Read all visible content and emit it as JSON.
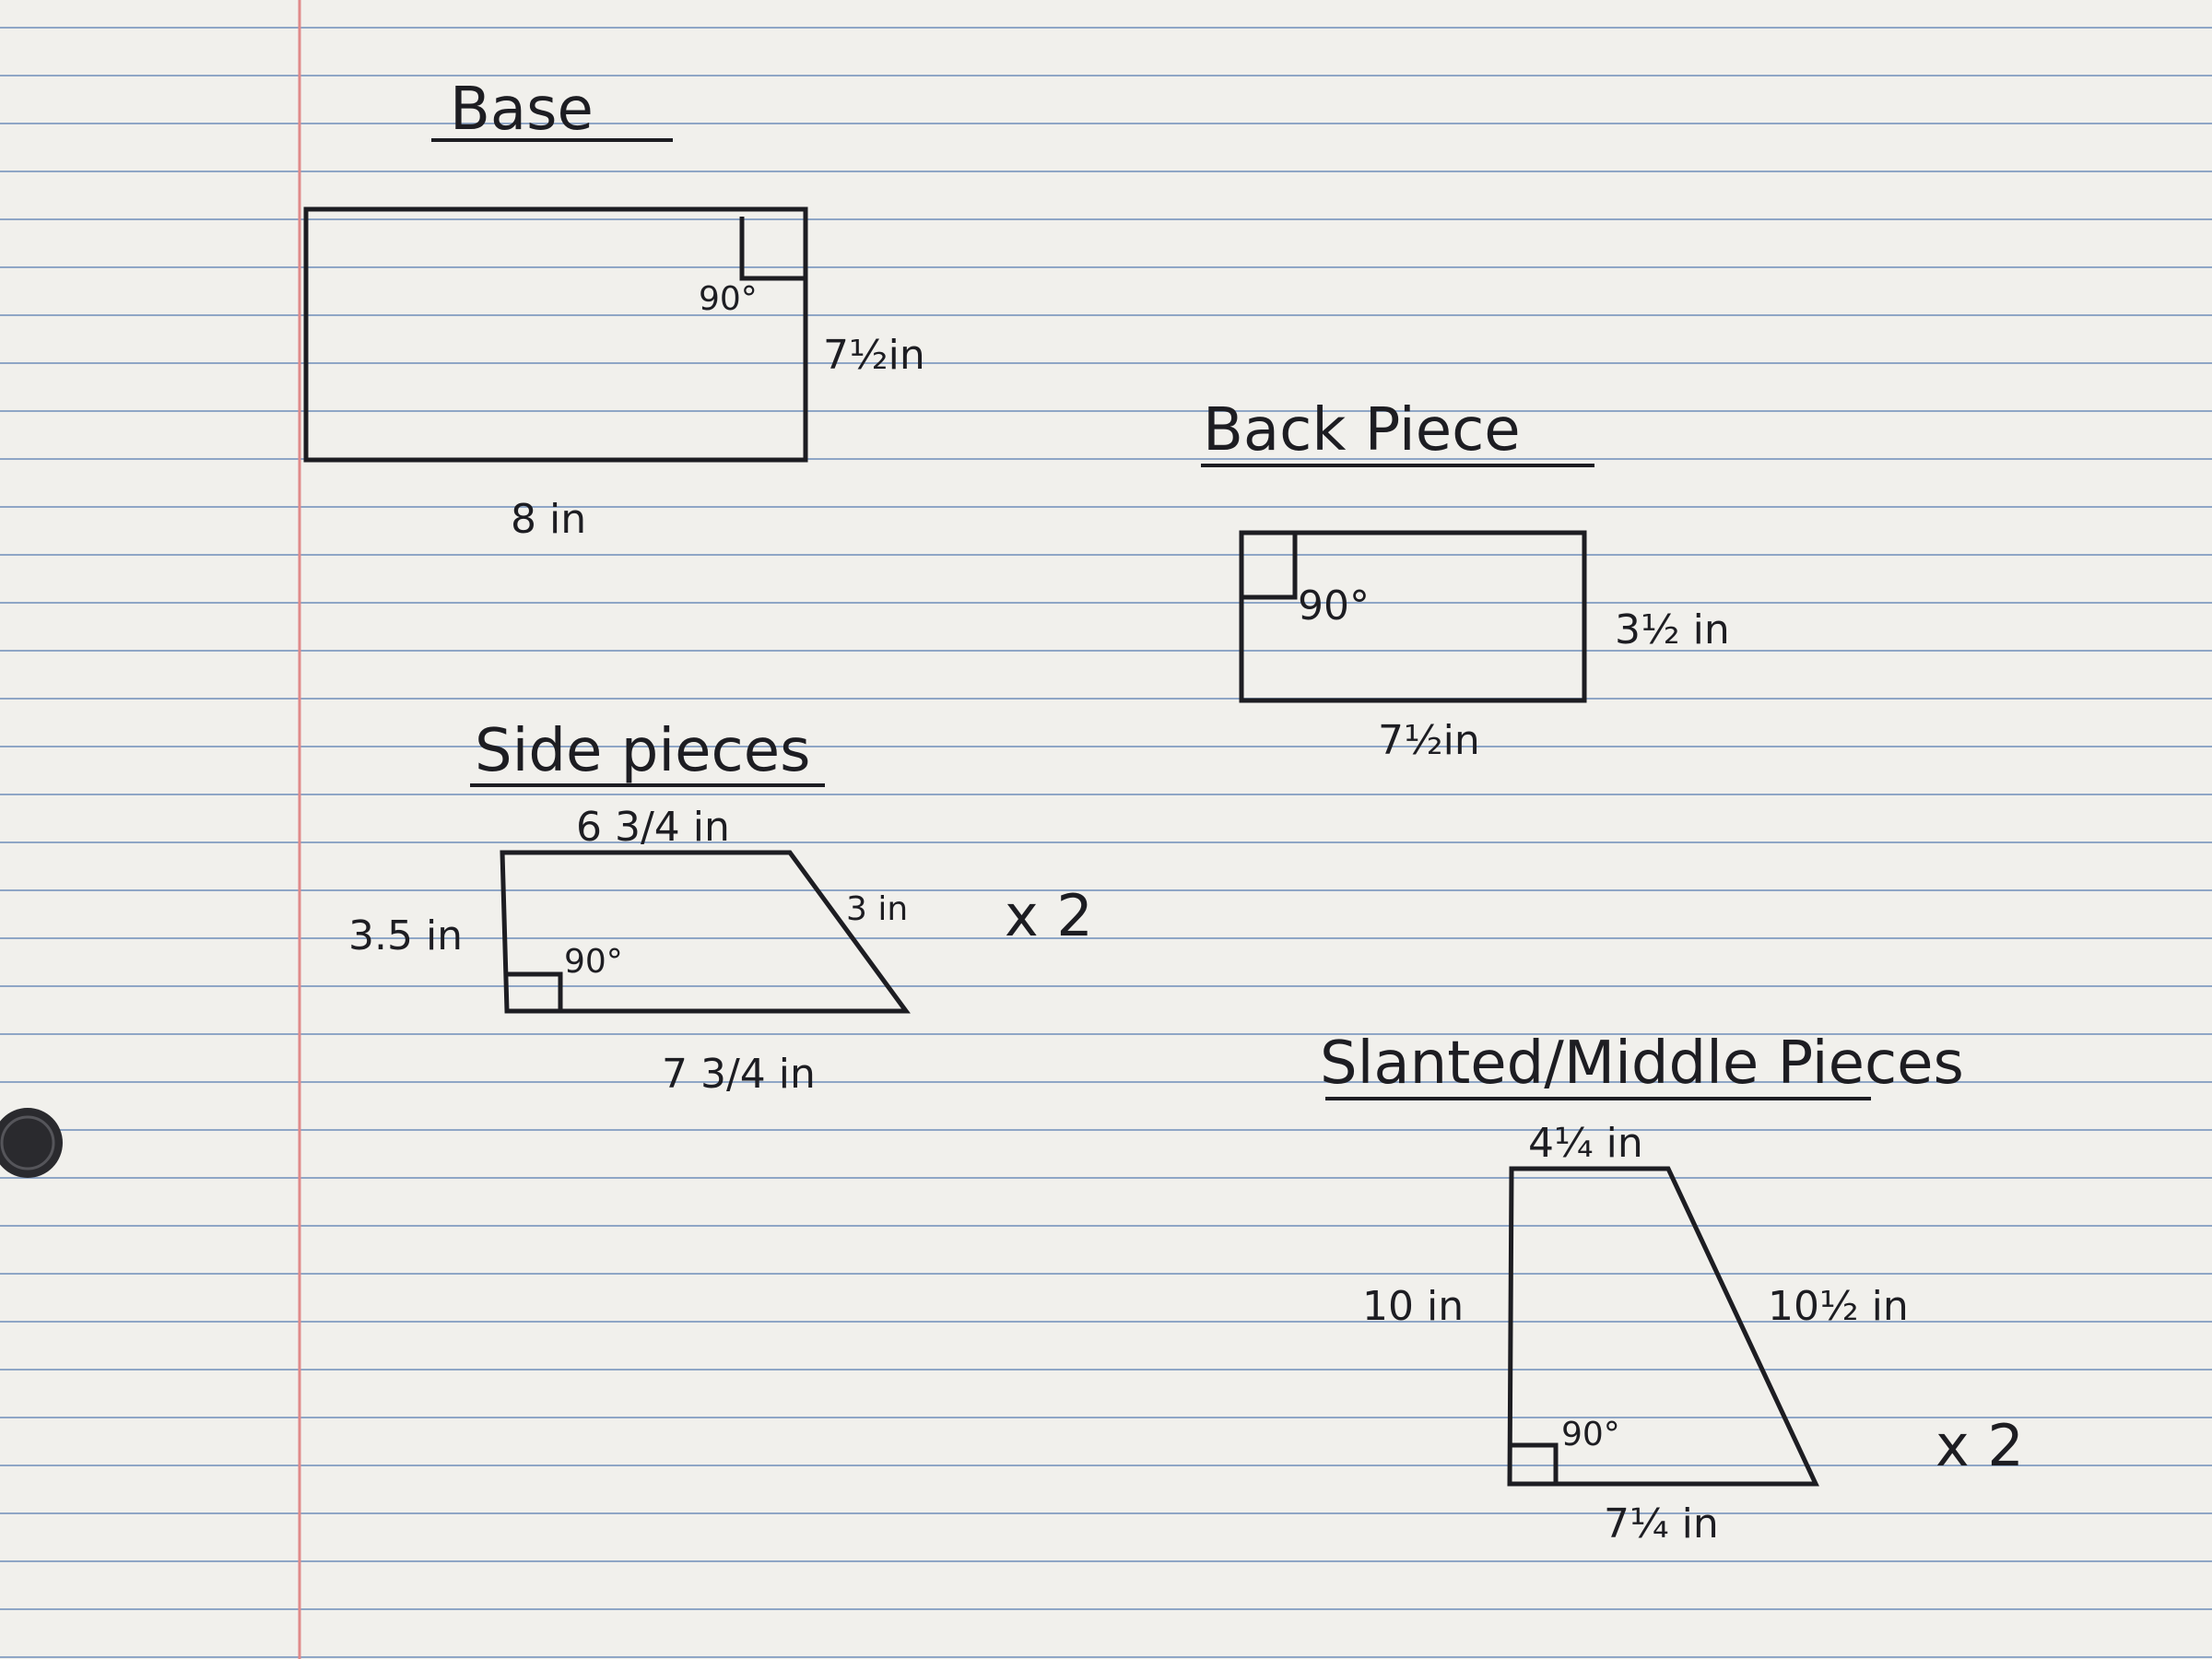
{
  "colors": {
    "paper": "#f1f0ec",
    "rule_line": "#8fa6c6",
    "margin_line": "#e08a8a",
    "ink": "#1d1d22",
    "hole": "#2a2a2e"
  },
  "pieces": {
    "base": {
      "title": "Base",
      "angle": "90°",
      "height": "7½in",
      "width": "8 in"
    },
    "back": {
      "title": "Back Piece",
      "angle": "90°",
      "height": "3½ in",
      "width": "7½in"
    },
    "side": {
      "title": "Side pieces",
      "top": "6 3/4 in",
      "left": "3.5 in",
      "slant": "3 in",
      "angle": "90°",
      "bottom": "7 3/4 in",
      "multiplier": "x 2"
    },
    "slanted": {
      "title": "Slanted/Middle Pieces",
      "top": "4¼ in",
      "left": "10 in",
      "slant": "10½ in",
      "angle": "90°",
      "bottom": "7¼ in",
      "multiplier": "x 2"
    }
  }
}
